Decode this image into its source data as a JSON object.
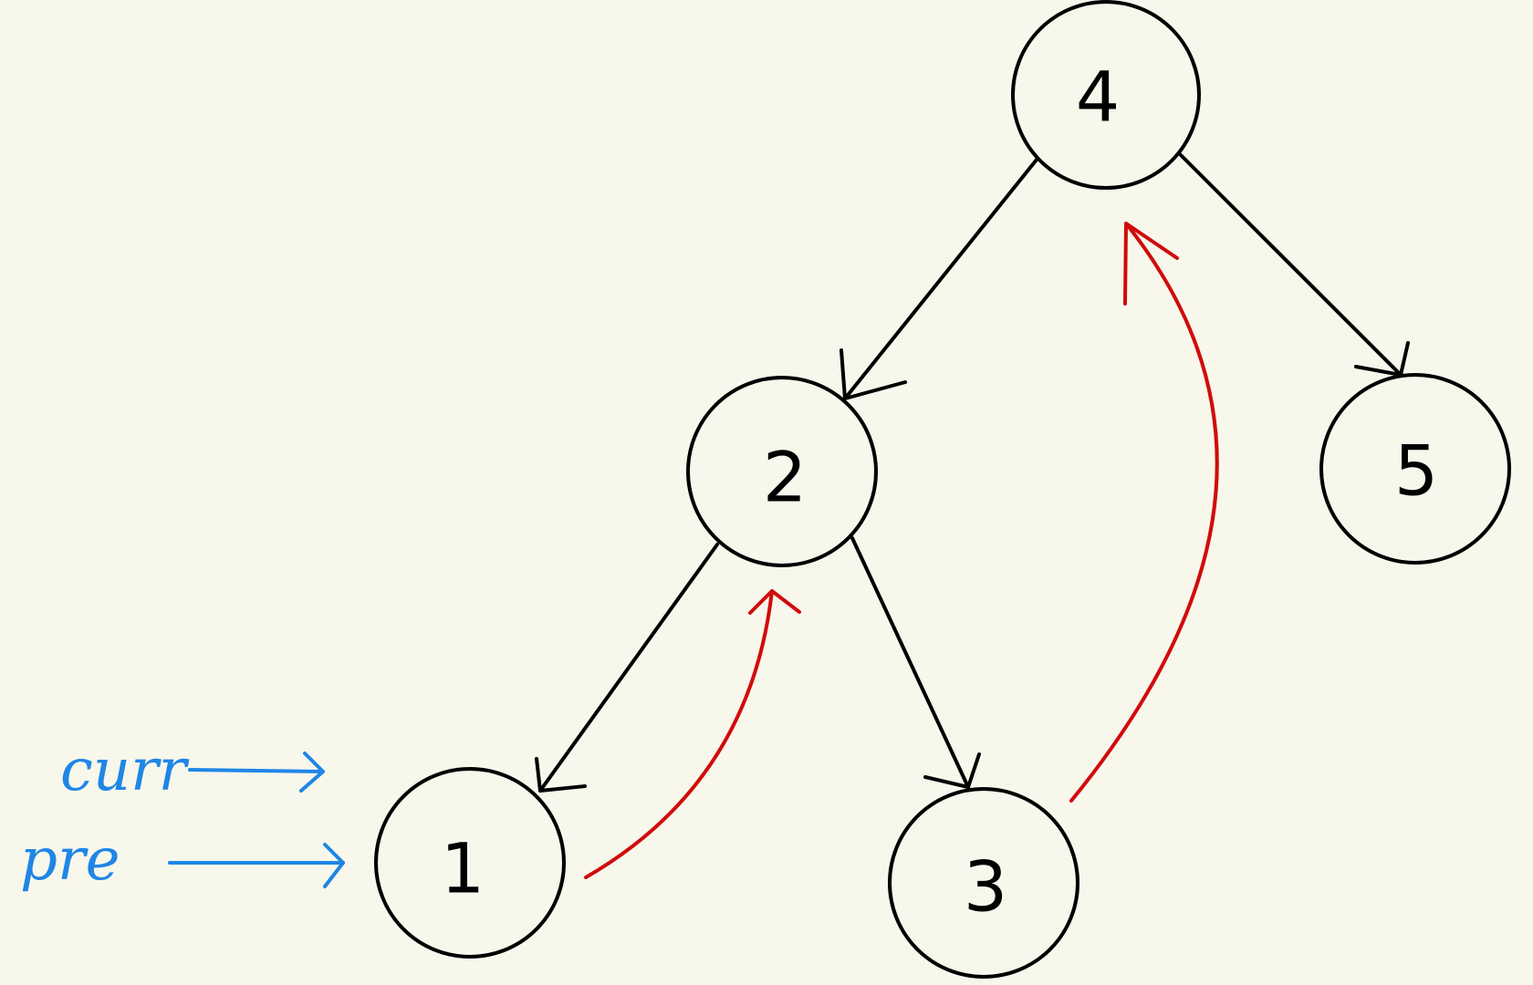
{
  "diagram": {
    "background": "#f8f7ec",
    "colors": {
      "node_stroke": "#000000",
      "edge": "#000000",
      "thread": "#d10b0b",
      "pointer": "#1f86e6"
    },
    "nodes": [
      {
        "id": "n4",
        "label": "4"
      },
      {
        "id": "n2",
        "label": "2"
      },
      {
        "id": "n5",
        "label": "5"
      },
      {
        "id": "n1",
        "label": "1"
      },
      {
        "id": "n3",
        "label": "3"
      }
    ],
    "edges": [
      {
        "from": "4",
        "to": "2"
      },
      {
        "from": "4",
        "to": "5"
      },
      {
        "from": "2",
        "to": "1"
      },
      {
        "from": "2",
        "to": "3"
      }
    ],
    "threads": [
      {
        "from": "1",
        "to": "2"
      },
      {
        "from": "3",
        "to": "4"
      }
    ],
    "pointers": [
      {
        "label": "curr",
        "target": "1"
      },
      {
        "label": "pre",
        "target": "1"
      }
    ]
  }
}
